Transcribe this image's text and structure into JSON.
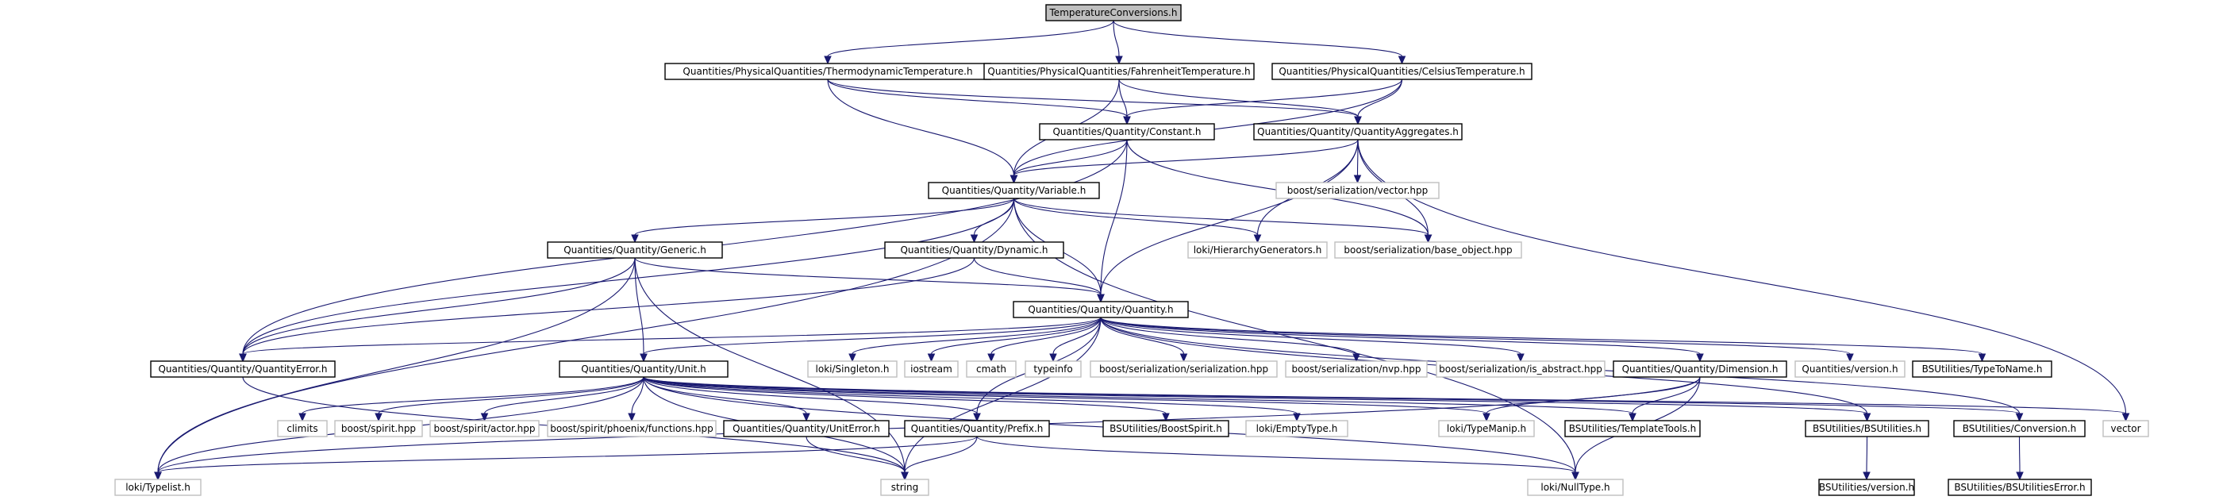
{
  "graph": {
    "nodes": [
      {
        "id": "tc",
        "label": "TemperatureConversions.h",
        "kind": "root"
      },
      {
        "id": "tt",
        "label": "Quantities/PhysicalQuantities/ThermodynamicTemperature.h",
        "kind": "internal"
      },
      {
        "id": "ft",
        "label": "Quantities/PhysicalQuantities/FahrenheitTemperature.h",
        "kind": "internal"
      },
      {
        "id": "ct",
        "label": "Quantities/PhysicalQuantities/CelsiusTemperature.h",
        "kind": "internal"
      },
      {
        "id": "qc",
        "label": "Quantities/Quantity/Constant.h",
        "kind": "internal"
      },
      {
        "id": "qa",
        "label": "Quantities/Quantity/QuantityAggregates.h",
        "kind": "internal"
      },
      {
        "id": "qv",
        "label": "Quantities/Quantity/Variable.h",
        "kind": "internal"
      },
      {
        "id": "bsv",
        "label": "boost/serialization/vector.hpp",
        "kind": "external"
      },
      {
        "id": "qg",
        "label": "Quantities/Quantity/Generic.h",
        "kind": "internal"
      },
      {
        "id": "qd",
        "label": "Quantities/Quantity/Dynamic.h",
        "kind": "internal"
      },
      {
        "id": "lhg",
        "label": "loki/HierarchyGenerators.h",
        "kind": "external"
      },
      {
        "id": "bso",
        "label": "boost/serialization/base_object.hpp",
        "kind": "external"
      },
      {
        "id": "qq",
        "label": "Quantities/Quantity/Quantity.h",
        "kind": "internal"
      },
      {
        "id": "qe",
        "label": "Quantities/Quantity/QuantityError.h",
        "kind": "internal"
      },
      {
        "id": "qu",
        "label": "Quantities/Quantity/Unit.h",
        "kind": "internal"
      },
      {
        "id": "ls",
        "label": "loki/Singleton.h",
        "kind": "external"
      },
      {
        "id": "ios",
        "label": "iostream",
        "kind": "external"
      },
      {
        "id": "cm",
        "label": "cmath",
        "kind": "external"
      },
      {
        "id": "ti",
        "label": "typeinfo",
        "kind": "external"
      },
      {
        "id": "bss",
        "label": "boost/serialization/serialization.hpp",
        "kind": "external"
      },
      {
        "id": "bsn",
        "label": "boost/serialization/nvp.hpp",
        "kind": "external"
      },
      {
        "id": "bsa",
        "label": "boost/serialization/is_abstract.hpp",
        "kind": "external"
      },
      {
        "id": "qdim",
        "label": "Quantities/Quantity/Dimension.h",
        "kind": "internal"
      },
      {
        "id": "qver",
        "label": "Quantities/version.h",
        "kind": "external"
      },
      {
        "id": "bttn",
        "label": "BSUtilities/TypeToName.h",
        "kind": "internal"
      },
      {
        "id": "cl",
        "label": "climits",
        "kind": "external"
      },
      {
        "id": "bsp",
        "label": "boost/spirit.hpp",
        "kind": "external"
      },
      {
        "id": "bsact",
        "label": "boost/spirit/actor.hpp",
        "kind": "external"
      },
      {
        "id": "bspf",
        "label": "boost/spirit/phoenix/functions.hpp",
        "kind": "external"
      },
      {
        "id": "que",
        "label": "Quantities/Quantity/UnitError.h",
        "kind": "internal"
      },
      {
        "id": "qp",
        "label": "Quantities/Quantity/Prefix.h",
        "kind": "internal"
      },
      {
        "id": "bbs",
        "label": "BSUtilities/BoostSpirit.h",
        "kind": "internal"
      },
      {
        "id": "let",
        "label": "loki/EmptyType.h",
        "kind": "external"
      },
      {
        "id": "ltm",
        "label": "loki/TypeManip.h",
        "kind": "external"
      },
      {
        "id": "btt",
        "label": "BSUtilities/TemplateTools.h",
        "kind": "internal"
      },
      {
        "id": "bbu",
        "label": "BSUtilities/BSUtilities.h",
        "kind": "internal"
      },
      {
        "id": "bconv",
        "label": "BSUtilities/Conversion.h",
        "kind": "internal"
      },
      {
        "id": "vec",
        "label": "vector",
        "kind": "external"
      },
      {
        "id": "ltl",
        "label": "loki/Typelist.h",
        "kind": "external"
      },
      {
        "id": "str",
        "label": "string",
        "kind": "external"
      },
      {
        "id": "lnt",
        "label": "loki/NullType.h",
        "kind": "external"
      },
      {
        "id": "bver",
        "label": "BSUtilities/version.h",
        "kind": "internal"
      },
      {
        "id": "bce",
        "label": "BSUtilities/BSUtilitiesError.h",
        "kind": "internal"
      }
    ],
    "edges": [
      [
        "tc",
        "tt"
      ],
      [
        "tc",
        "ft"
      ],
      [
        "tc",
        "ct"
      ],
      [
        "tt",
        "qc"
      ],
      [
        "tt",
        "qa"
      ],
      [
        "tt",
        "qv"
      ],
      [
        "ft",
        "qc"
      ],
      [
        "ft",
        "qa"
      ],
      [
        "ft",
        "qv"
      ],
      [
        "ct",
        "qc"
      ],
      [
        "ct",
        "qa"
      ],
      [
        "ct",
        "qv"
      ],
      [
        "qc",
        "qv"
      ],
      [
        "qc",
        "qq"
      ],
      [
        "qc",
        "qe"
      ],
      [
        "qc",
        "bso"
      ],
      [
        "qa",
        "qv"
      ],
      [
        "qa",
        "bsv"
      ],
      [
        "qa",
        "lhg"
      ],
      [
        "qa",
        "bso"
      ],
      [
        "qa",
        "qq"
      ],
      [
        "qa",
        "vec"
      ],
      [
        "qv",
        "qg"
      ],
      [
        "qv",
        "qd"
      ],
      [
        "qv",
        "qq"
      ],
      [
        "qv",
        "qe"
      ],
      [
        "qv",
        "lhg"
      ],
      [
        "qv",
        "bso"
      ],
      [
        "qv",
        "ltl"
      ],
      [
        "qv",
        "lnt"
      ],
      [
        "qg",
        "qu"
      ],
      [
        "qg",
        "qq"
      ],
      [
        "qg",
        "qe"
      ],
      [
        "qg",
        "ltl"
      ],
      [
        "qg",
        "str"
      ],
      [
        "qd",
        "qq"
      ],
      [
        "qd",
        "qe"
      ],
      [
        "qq",
        "qe"
      ],
      [
        "qq",
        "qu"
      ],
      [
        "qq",
        "ls"
      ],
      [
        "qq",
        "ios"
      ],
      [
        "qq",
        "cm"
      ],
      [
        "qq",
        "ti"
      ],
      [
        "qq",
        "bss"
      ],
      [
        "qq",
        "bsn"
      ],
      [
        "qq",
        "bsa"
      ],
      [
        "qq",
        "qdim"
      ],
      [
        "qq",
        "qver"
      ],
      [
        "qq",
        "bttn"
      ],
      [
        "qq",
        "bconv"
      ],
      [
        "qq",
        "bbu"
      ],
      [
        "qq",
        "qp"
      ],
      [
        "qq",
        "str"
      ],
      [
        "qe",
        "str"
      ],
      [
        "qu",
        "cl"
      ],
      [
        "qu",
        "bsp"
      ],
      [
        "qu",
        "bsact"
      ],
      [
        "qu",
        "bspf"
      ],
      [
        "qu",
        "que"
      ],
      [
        "qu",
        "qp"
      ],
      [
        "qu",
        "bbs"
      ],
      [
        "qu",
        "let"
      ],
      [
        "qu",
        "ltm"
      ],
      [
        "qu",
        "btt"
      ],
      [
        "qu",
        "bbu"
      ],
      [
        "qu",
        "bconv"
      ],
      [
        "qu",
        "vec"
      ],
      [
        "qu",
        "ltl"
      ],
      [
        "qu",
        "str"
      ],
      [
        "qu",
        "lnt"
      ],
      [
        "qdim",
        "ltm"
      ],
      [
        "qdim",
        "btt"
      ],
      [
        "qdim",
        "lnt"
      ],
      [
        "qdim",
        "ltl"
      ],
      [
        "que",
        "str"
      ],
      [
        "qp",
        "ltl"
      ],
      [
        "qp",
        "str"
      ],
      [
        "qp",
        "lnt"
      ],
      [
        "bbu",
        "bver"
      ],
      [
        "bconv",
        "bce"
      ]
    ]
  }
}
